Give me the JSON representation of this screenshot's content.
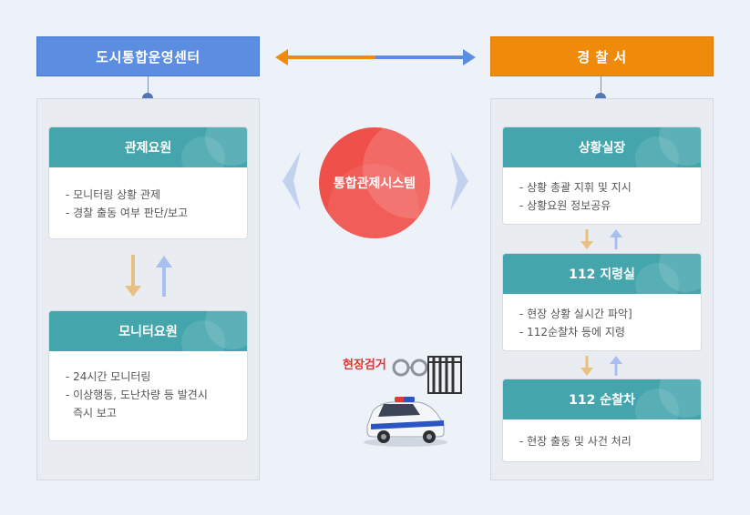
{
  "left": {
    "header": "도시통합운영센터",
    "cards": [
      {
        "title": "관제요원",
        "items": [
          "- 모니터링 상황 관제",
          "- 경찰 출동 여부 판단/보고"
        ]
      },
      {
        "title": "모니터요원",
        "items": [
          "- 24시간 모니터링",
          "- 이상행동, 도난차량 등 발견시",
          "즉시 보고"
        ]
      }
    ]
  },
  "right": {
    "header": "경 찰 서",
    "cards": [
      {
        "title": "상황실장",
        "items": [
          "- 상황 총괄 지휘 및 지시",
          "- 상황요원 정보공유"
        ]
      },
      {
        "title": "112 지령실",
        "items": [
          "- 현장 상황 실시간 파악]",
          "- 112순찰차 등에 지령"
        ]
      },
      {
        "title": "112 순찰차",
        "items": [
          "- 현장 출동 및 사건 처리"
        ]
      }
    ]
  },
  "center": {
    "label": "통합관제시스템"
  },
  "scene": {
    "label": "현장검거"
  },
  "colors": {
    "left_header": "#5b8de0",
    "right_header": "#ef8a0b",
    "card_header": "#45a5ad",
    "circle": "#f0504a",
    "arrow_down": "#e8c17e",
    "arrow_up": "#a9bff0"
  }
}
